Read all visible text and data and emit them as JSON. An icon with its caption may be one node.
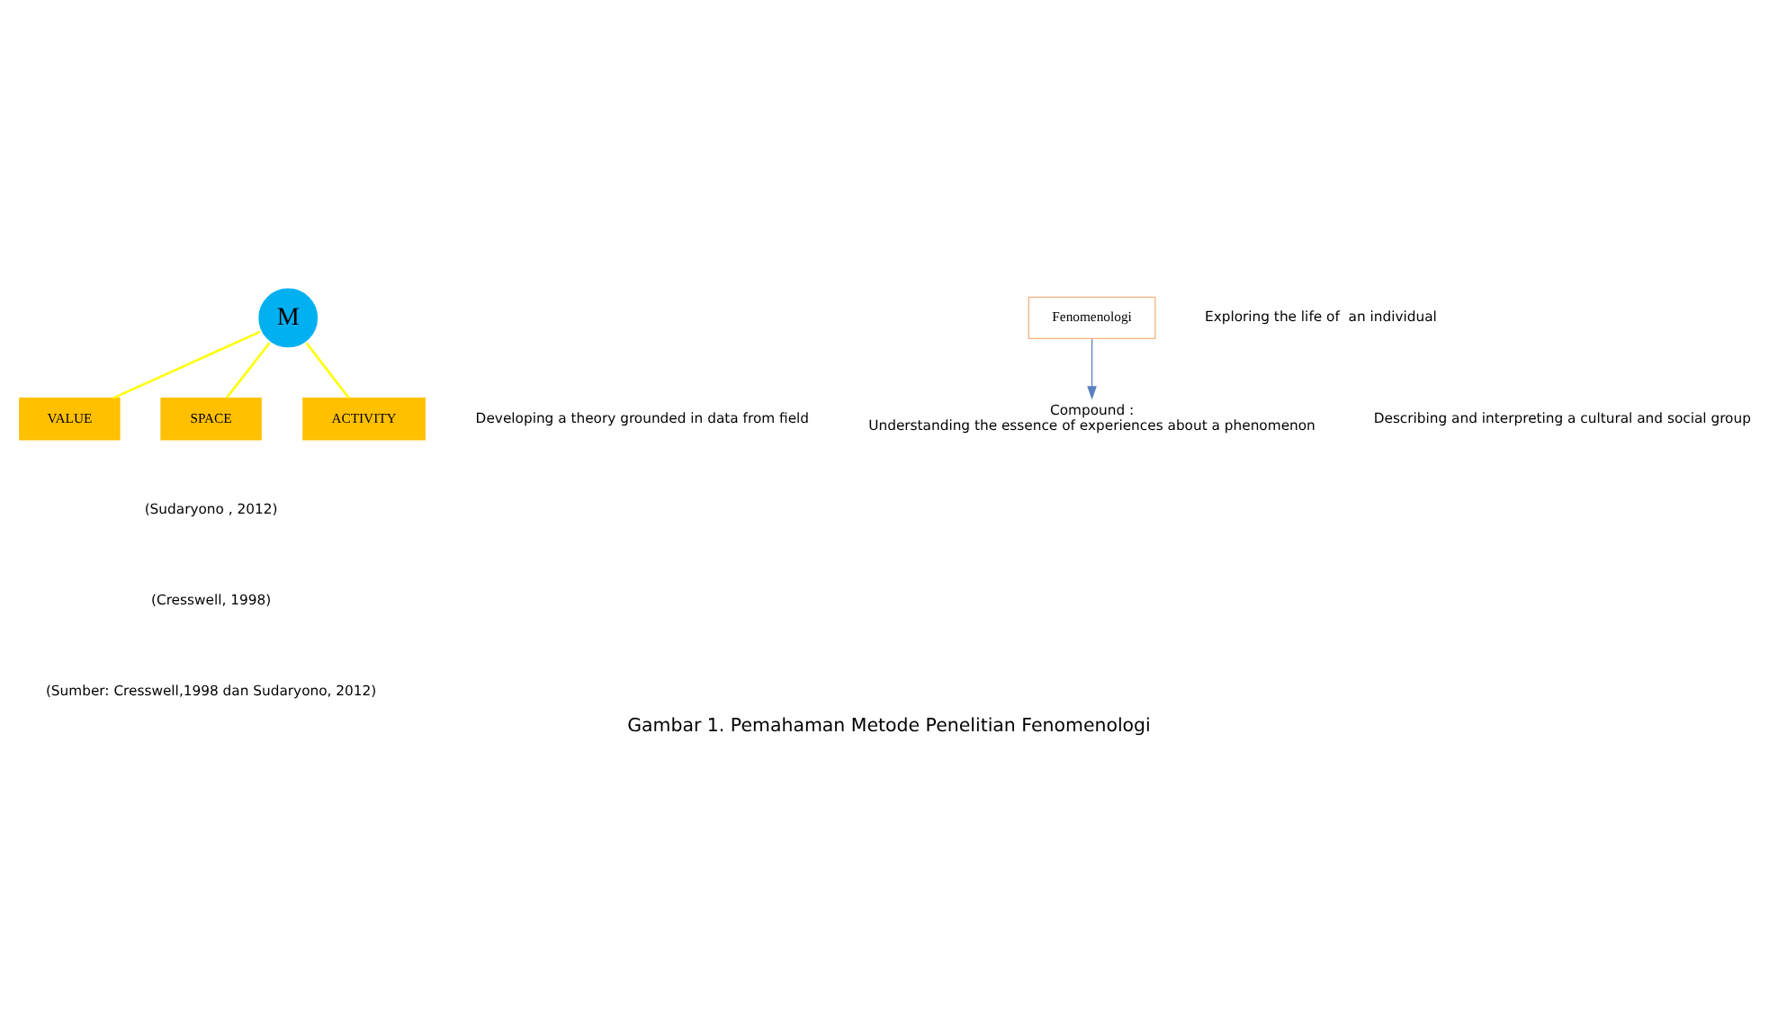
{
  "diagram": {
    "caption": "Gambar 1. Pemahaman Metode Penelitian Fenomenologi",
    "nodes": [
      {
        "text": [
          "VALUE"
        ]
      },
      {
        "text": [
          "M"
        ]
      },
      {
        "text": [
          "SPACE"
        ]
      },
      {
        "text": [
          "ACTIVITY"
        ]
      },
      {
        "text": [
          "Fenomenologi"
        ]
      },
      {
        "text": [
          "Compound :",
          "Understanding the essence of experiences about a phenomenon"
        ]
      }
    ],
    "edges": [
      {
        "from": 1,
        "to": 0,
        "arrow": "none"
      },
      {
        "from": 1,
        "to": 2,
        "arrow": "none"
      },
      {
        "from": 1,
        "to": 3,
        "arrow": "none"
      },
      {
        "from": 4,
        "to": 5,
        "arrow": "to",
        "color": "#5b7fc0"
      }
    ],
    "labels": [
      "Describing and interpreting a cultural and social group",
      "Exploring the life of  an individual",
      "Developing a theory grounded in data from field",
      "(Sudaryono , 2012)",
      "(Cresswell, 1998)",
      "(Sumber: Cresswell,1998 dan Sudaryono, 2012)"
    ]
  }
}
